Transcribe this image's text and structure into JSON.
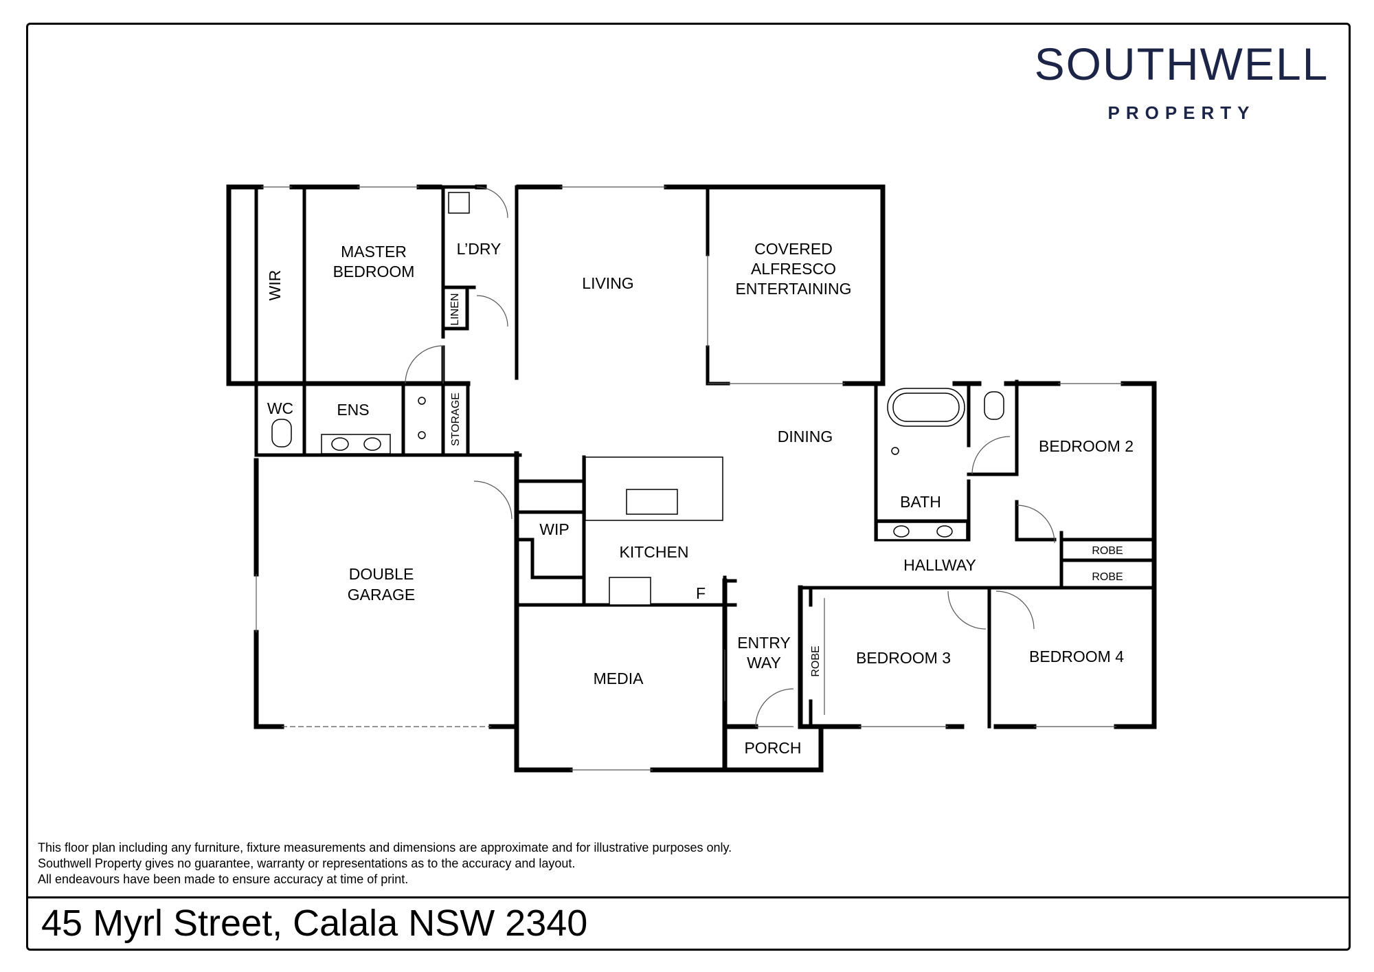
{
  "brand": {
    "name": "SOUTHWELL",
    "sub": "PROPERTY",
    "color": "#1c2447"
  },
  "rooms": {
    "wir": "WIR",
    "master": [
      "MASTER",
      "BEDROOM"
    ],
    "laundry": "L’DRY",
    "linen": "LINEN",
    "living": "LIVING",
    "alfresco": [
      "COVERED",
      "ALFRESCO",
      "ENTERTAINING"
    ],
    "wc": "WC",
    "ens": "ENS",
    "storage": "STORAGE",
    "dining": "DINING",
    "bedroom2": "BEDROOM 2",
    "bath": "BATH",
    "wip": "WIP",
    "kitchen": "KITCHEN",
    "fridge": "F",
    "hallway": "HALLWAY",
    "robe": "ROBE",
    "garage": [
      "DOUBLE",
      "GARAGE"
    ],
    "media": "MEDIA",
    "entry": [
      "ENTRY",
      "WAY"
    ],
    "bedroom3": "BEDROOM 3",
    "bedroom4": "BEDROOM 4",
    "porch": "PORCH"
  },
  "disclaimer": [
    "This floor plan including any furniture, fixture measurements and dimensions are approximate and for illustrative purposes only.",
    "Southwell Property gives no guarantee, warranty or representations as to the accuracy and layout.",
    "All endeavours have been made to ensure accuracy at time of print."
  ],
  "address": "45 Myrl Street, Calala NSW 2340"
}
